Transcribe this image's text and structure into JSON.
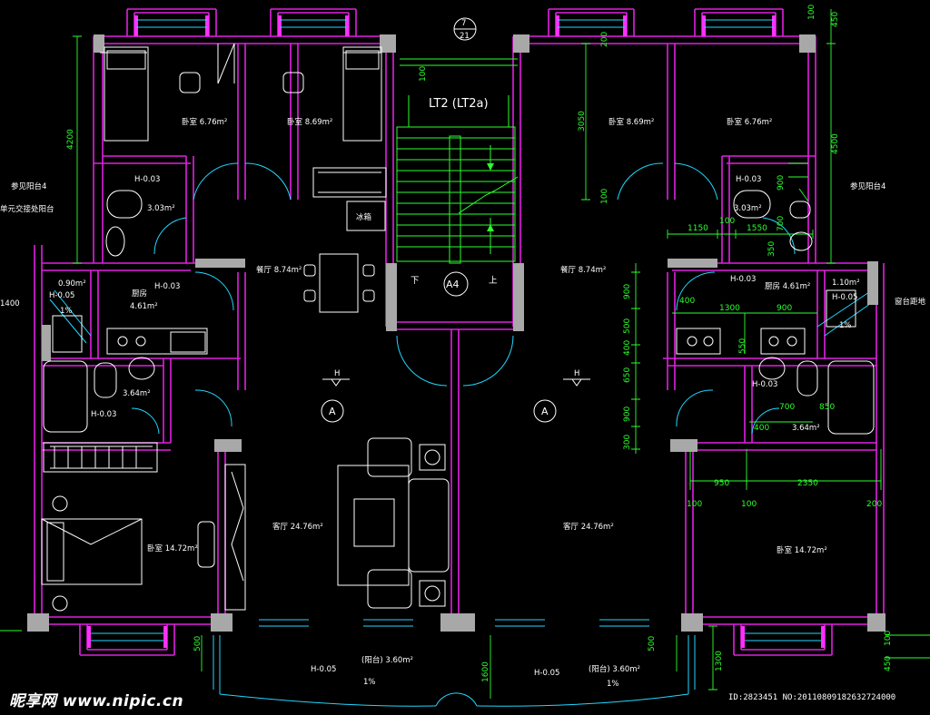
{
  "title": "LT2 (LT2a)",
  "stair_code": "A4",
  "stair_down": "下",
  "stair_up": "上",
  "axis_ref": {
    "top": "7",
    "bottom": "21"
  },
  "axis_a": "A",
  "h_mark": "H",
  "left_unit": {
    "bed1": "卧室 6.76m²",
    "bed2": "卧室 8.69m²",
    "bath1_h": "H-0.03",
    "bath1_area": "3.03m²",
    "dining": "餐厅 8.74m²",
    "kitchen": "厨房",
    "kitchen_h": "H-0.03",
    "kitchen_area": "4.61m²",
    "fridge": "冰箱",
    "bath2_area": "3.64m²",
    "bath2_h": "H-0.03",
    "master": "卧室 14.72m²",
    "living": "客厅 24.76m²",
    "balcony_small_area": "0.90m²",
    "balcony_small_h": "H-0.05",
    "balcony_small_slope": "1%",
    "note_balcony": "参见阳台4",
    "note_shared": "单元交接处阳台",
    "dim_1400": "1400",
    "dim_4200": "4200"
  },
  "right_unit": {
    "bed1": "卧室 8.69m²",
    "bed2": "卧室 6.76m²",
    "bath1_h": "H-0.03",
    "bath1_area": "3.03m²",
    "dining": "餐厅 8.74m²",
    "kitchen_h": "H-0.03",
    "kitchen": "厨房 4.61m²",
    "balcony_small_area": "1.10m²",
    "balcony_small_h": "H-0.05",
    "balcony_small_slope": "1%",
    "bath2_h": "H-0.03",
    "bath2_area": "3.64m²",
    "master": "卧室 14.72m²",
    "living": "客厅 24.76m²",
    "note_balcony": "参见阳台4",
    "note_window": "窗台距地"
  },
  "balcony": {
    "left_h": "H-0.05",
    "left_label": "(阳台) 3.60m²",
    "left_slope": "1%",
    "right_h": "H-0.05",
    "right_label": "(阳台) 3.60m²",
    "right_slope": "1%"
  },
  "dims": {
    "d100_top": "100",
    "d450_top": "450",
    "d200": "200",
    "d3050": "3050",
    "d100_a": "100",
    "d4500": "4500",
    "d1150": "1150",
    "d100_b": "100",
    "d1550": "1550",
    "d900_a": "900",
    "d700_a": "700",
    "d350": "350",
    "d900_b": "900",
    "d500_a": "500",
    "d400_a": "400",
    "d650": "650",
    "d900_c": "900",
    "d300": "300",
    "d400_b": "400",
    "d1300": "1300",
    "d900_d": "900",
    "d550": "550",
    "d700_b": "700",
    "d850": "850",
    "d400_c": "400",
    "d950": "950",
    "d2350": "2350",
    "d100_c": "100",
    "d100_d": "100",
    "d200_b": "200",
    "d500_b": "500",
    "d500_c": "500",
    "d1600": "1600",
    "d1300_b": "1300",
    "d100_bot": "100",
    "d450_bot": "450",
    "d100_stair": "100"
  },
  "watermark": {
    "site": "昵享网 www.nipic.cn",
    "id": "ID:2823451 NO:20110809182632724000"
  }
}
